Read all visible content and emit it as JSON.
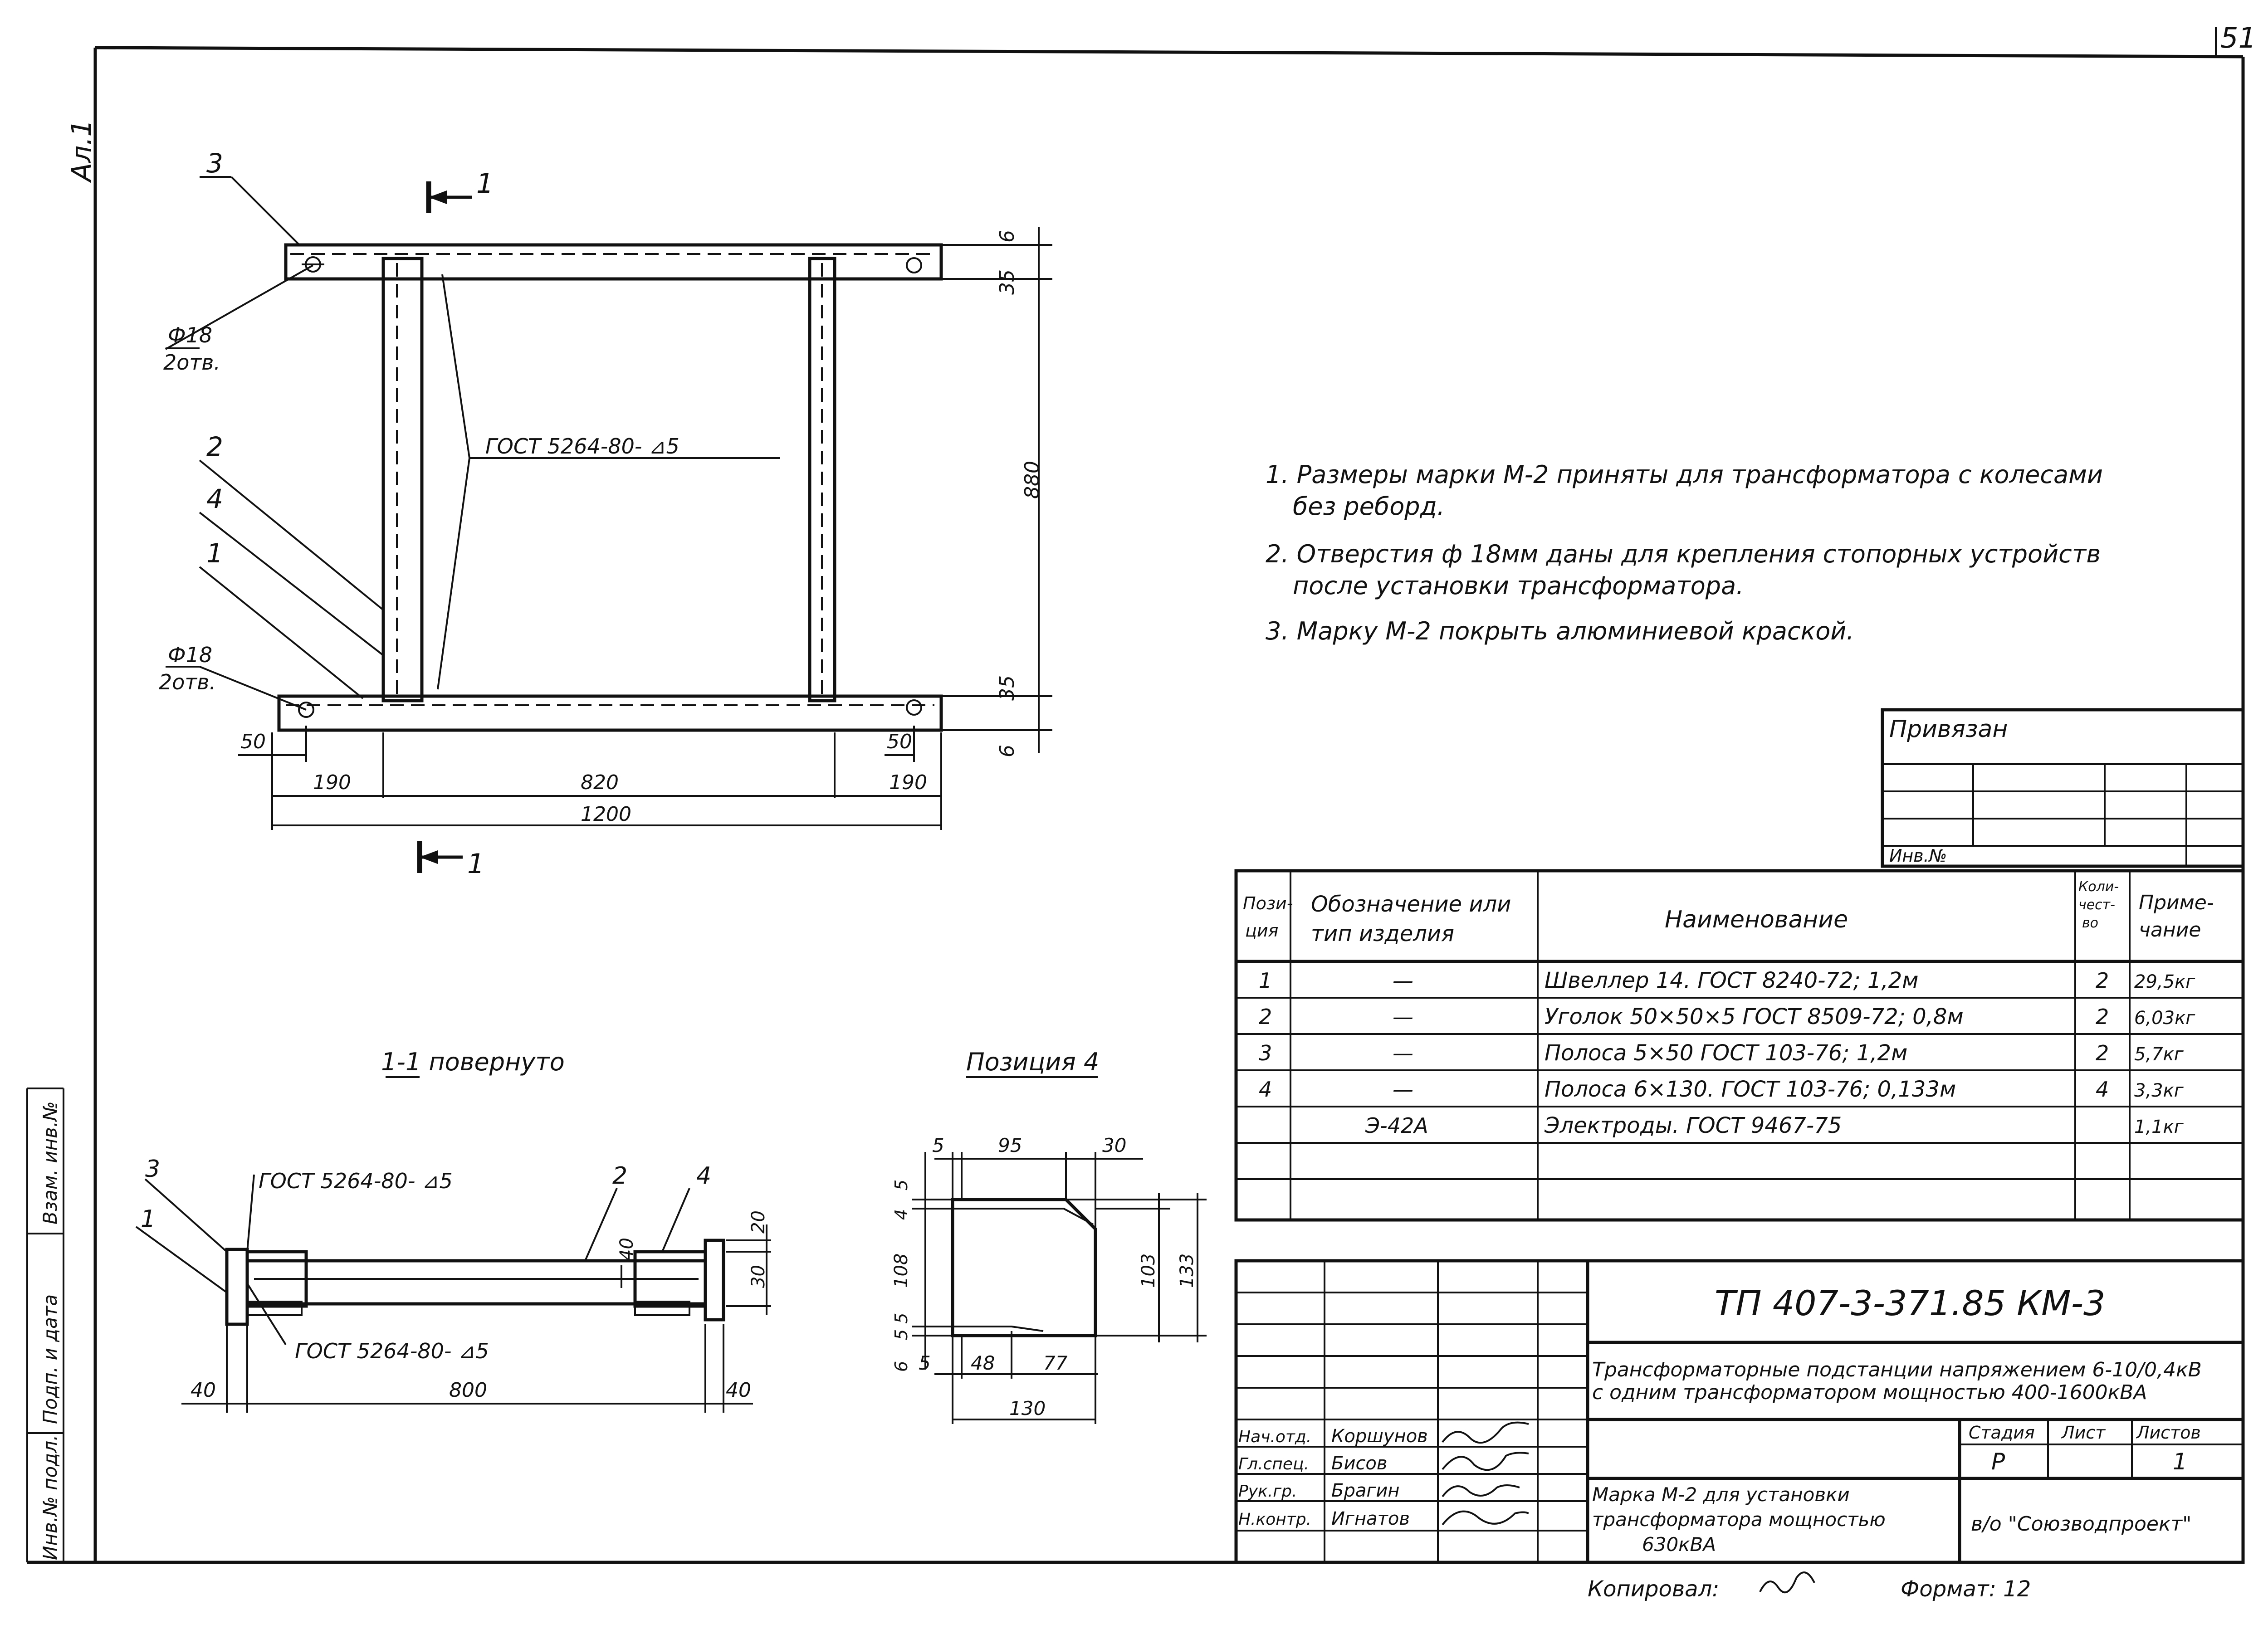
{
  "sheet_number": "51",
  "corner_note": "Ал.1",
  "top_view": {
    "section_mark_top": "1",
    "section_mark_bottom": "1",
    "pos_labels": [
      "3",
      "2",
      "4",
      "1"
    ],
    "hole_top": {
      "dia": "Ф18",
      "qty": "2отв."
    },
    "hole_bottom": {
      "dia": "Ф18",
      "qty": "2отв."
    },
    "weld_note": "ГОСТ 5264-80- ⊿5",
    "dims": {
      "d6_top": "6",
      "d35_top": "35",
      "d880": "880",
      "d35_bottom": "35",
      "d6_bottom": "6",
      "d50_left": "50",
      "d50_right": "50",
      "d190_left": "190",
      "d820": "820",
      "d190_right": "190",
      "d1200": "1200"
    }
  },
  "notes": [
    "1. Размеры марки М-2  приняты для трансформатора с колесами",
    "без реборд.",
    "2. Отверстия ф 18мм даны для крепления стопорных устройств",
    "после установки трансформатора.",
    "3. Марку М-2  покрыть алюминиевой краской."
  ],
  "section_view": {
    "title": "1-1  повернуто",
    "weld_top": "ГОСТ 5264-80- ⊿5",
    "weld_bottom": "ГОСТ 5264-80- ⊿5",
    "pos_labels": [
      "3",
      "1",
      "2",
      "4"
    ],
    "dims": {
      "d40_left": "40",
      "d800": "800",
      "d40_right": "40",
      "d40_mid": "40",
      "d20": "20",
      "d30": "30"
    }
  },
  "position4": {
    "title": "Позиция 4",
    "dims": {
      "top_5": "5",
      "top_95": "95",
      "top_30": "30",
      "left_5": "5",
      "left_4": "4",
      "left_108": "108",
      "left_55": "5 5",
      "left_6": "6",
      "right_103": "103",
      "right_133": "133",
      "bot_5": "5",
      "bot_48": "48",
      "bot_77": "77",
      "bot_130": "130"
    }
  },
  "binding": {
    "title": "Привязан",
    "inv_label": "Инв.№"
  },
  "spec_table": {
    "headers": {
      "pos": [
        "Пози-",
        "ция"
      ],
      "designation": [
        "Обозначение или",
        "тип изделия"
      ],
      "name": "Наименование",
      "qty": [
        "Коли-",
        "чест-",
        "во"
      ],
      "note": [
        "Приме-",
        "чание"
      ]
    },
    "rows": [
      {
        "pos": "1",
        "designation": "—",
        "name": "Швеллер 14. ГОСТ 8240-72;  1,2м",
        "qty": "2",
        "note": "29,5кг"
      },
      {
        "pos": "2",
        "designation": "—",
        "name": "Уголок  50×50×5  ГОСТ 8509-72; 0,8м",
        "qty": "2",
        "note": "6,03кг"
      },
      {
        "pos": "3",
        "designation": "—",
        "name": "Полоса  5×50 ГОСТ 103-76;  1,2м",
        "qty": "2",
        "note": "5,7кг"
      },
      {
        "pos": "4",
        "designation": "—",
        "name": "Полоса  6×130. ГОСТ 103-76;  0,133м",
        "qty": "4",
        "note": "3,3кг"
      },
      {
        "pos": "",
        "designation": "Э-42А",
        "name": "Электроды. ГОСТ 9467-75",
        "qty": "",
        "note": "1,1кг"
      }
    ]
  },
  "title_block": {
    "doc_code": "ТП 407-3-371.85  КМ-3",
    "project_title": [
      "Трансформаторные подстанции напряжением 6-10/0,4кВ",
      "с одним трансформатором мощностью 400-1600кВА"
    ],
    "stage_label": "Стадия",
    "sheet_label": "Лист",
    "sheets_label": "Листов",
    "stage": "Р",
    "sheet": "",
    "sheets": "1",
    "people": [
      {
        "role": "Нач.отд.",
        "name": "Коршунов"
      },
      {
        "role": "Гл.спец.",
        "name": "Бисов"
      },
      {
        "role": "Рук.гр.",
        "name": "Брагин"
      },
      {
        "role": "Н.контр.",
        "name": "Игнатов"
      }
    ],
    "drawing_title": [
      "Марка М-2  для установки",
      "трансформатора мощностью",
      "630кВА"
    ],
    "organization": "в/о \"Союзводпроект\""
  },
  "footer": {
    "copied_by": "Копировал:",
    "format": "Формат: 12"
  },
  "margin_labels": [
    "Инв.№ подл.",
    "Подп. и дата",
    "Взам. инв.№"
  ]
}
